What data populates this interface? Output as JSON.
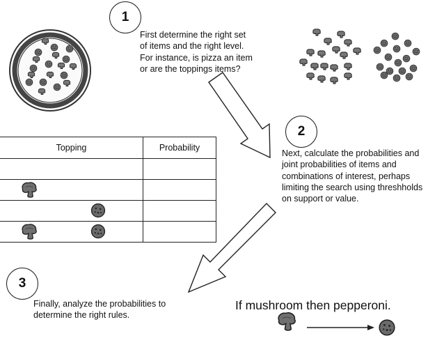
{
  "steps": [
    {
      "number": "1",
      "lines": [
        "First determine the right set",
        "of items and the right level.",
        "For instance, is pizza an item",
        "or are the toppings items?"
      ]
    },
    {
      "number": "2",
      "lines": [
        "Next, calculate the probabilities and",
        "joint probabilities of items and",
        "combinations of interest, perhaps",
        "limiting the search using threshholds",
        "on support or value."
      ]
    },
    {
      "number": "3",
      "lines": [
        "Finally, analyze the probabilities to",
        "determine the right rules."
      ]
    }
  ],
  "table": {
    "headers": [
      "Topping",
      "Probability"
    ],
    "rows": [
      {
        "mushroom": false,
        "pepperoni": false
      },
      {
        "mushroom": true,
        "pepperoni": false
      },
      {
        "mushroom": false,
        "pepperoni": true
      },
      {
        "mushroom": true,
        "pepperoni": true
      }
    ]
  },
  "rule": {
    "text": "If mushroom then pepperoni.",
    "antecedent": "mushroom-icon",
    "consequent": "pepperoni-icon"
  },
  "colors": {
    "line": "#222222",
    "topping_fill": "#666666",
    "pizza_ring": "#444444"
  }
}
